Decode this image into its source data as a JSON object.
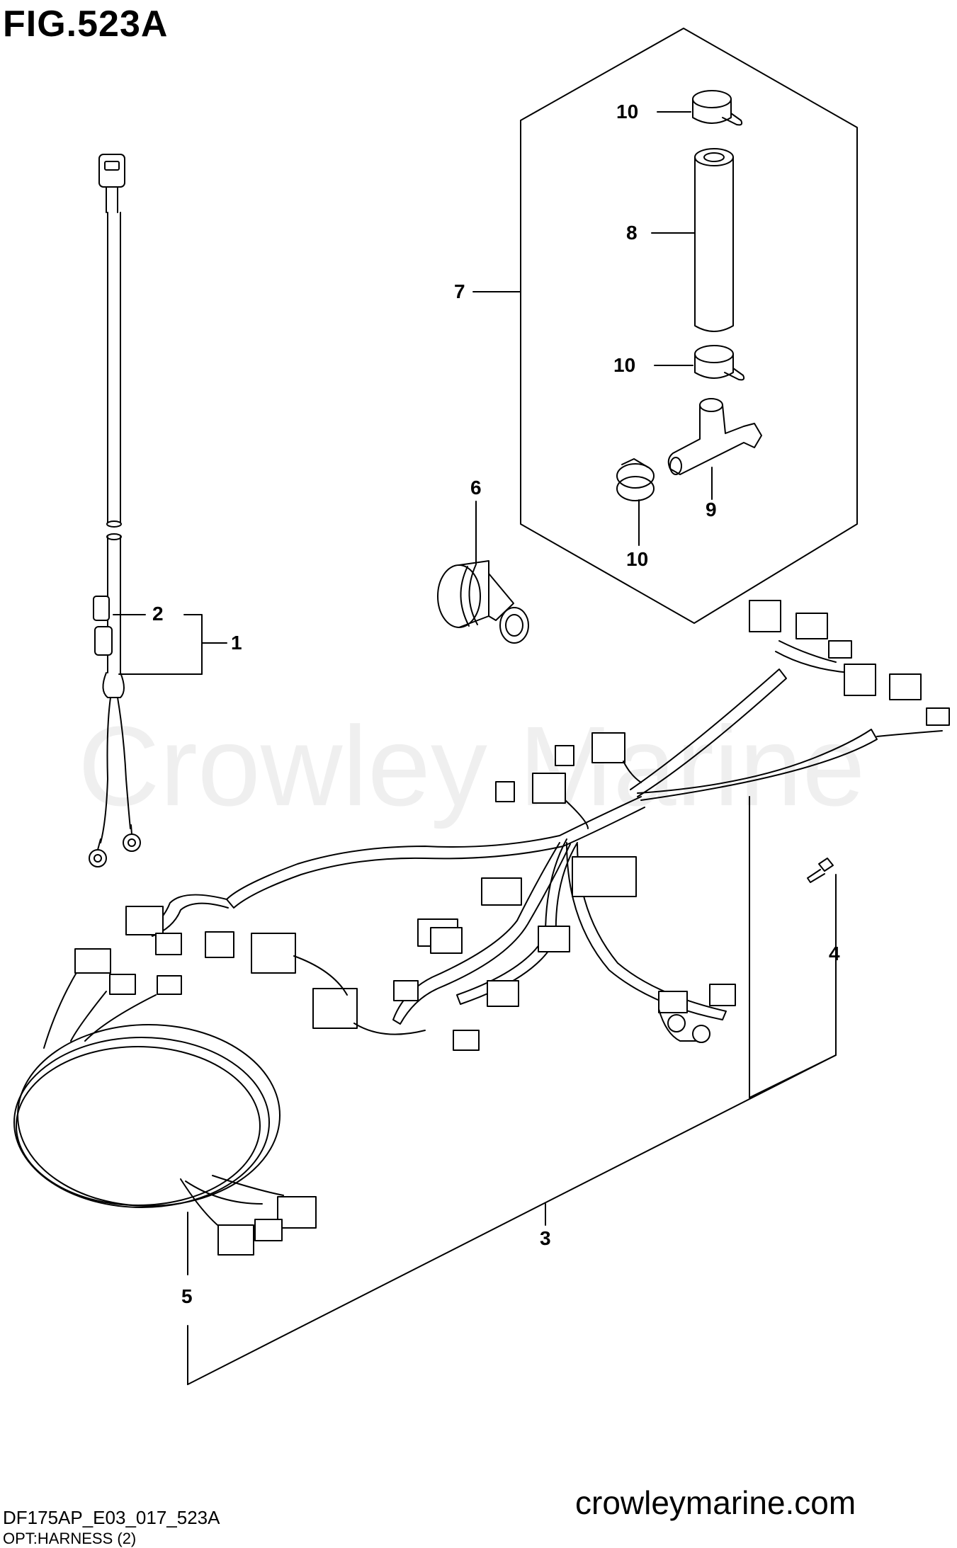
{
  "figure": {
    "title": "FIG.523A",
    "code": "DF175AP_E03_017_523A",
    "subtitle": "OPT:HARNESS (2)",
    "website": "crowleymarine.com",
    "watermark": "Crowley Marine"
  },
  "callouts": {
    "c1": "1",
    "c2": "2",
    "c3": "3",
    "c4": "4",
    "c5": "5",
    "c6": "6",
    "c7": "7",
    "c8": "8",
    "c9": "9",
    "c10a": "10",
    "c10b": "10",
    "c10c": "10"
  },
  "colors": {
    "line": "#000000",
    "background": "#ffffff"
  }
}
